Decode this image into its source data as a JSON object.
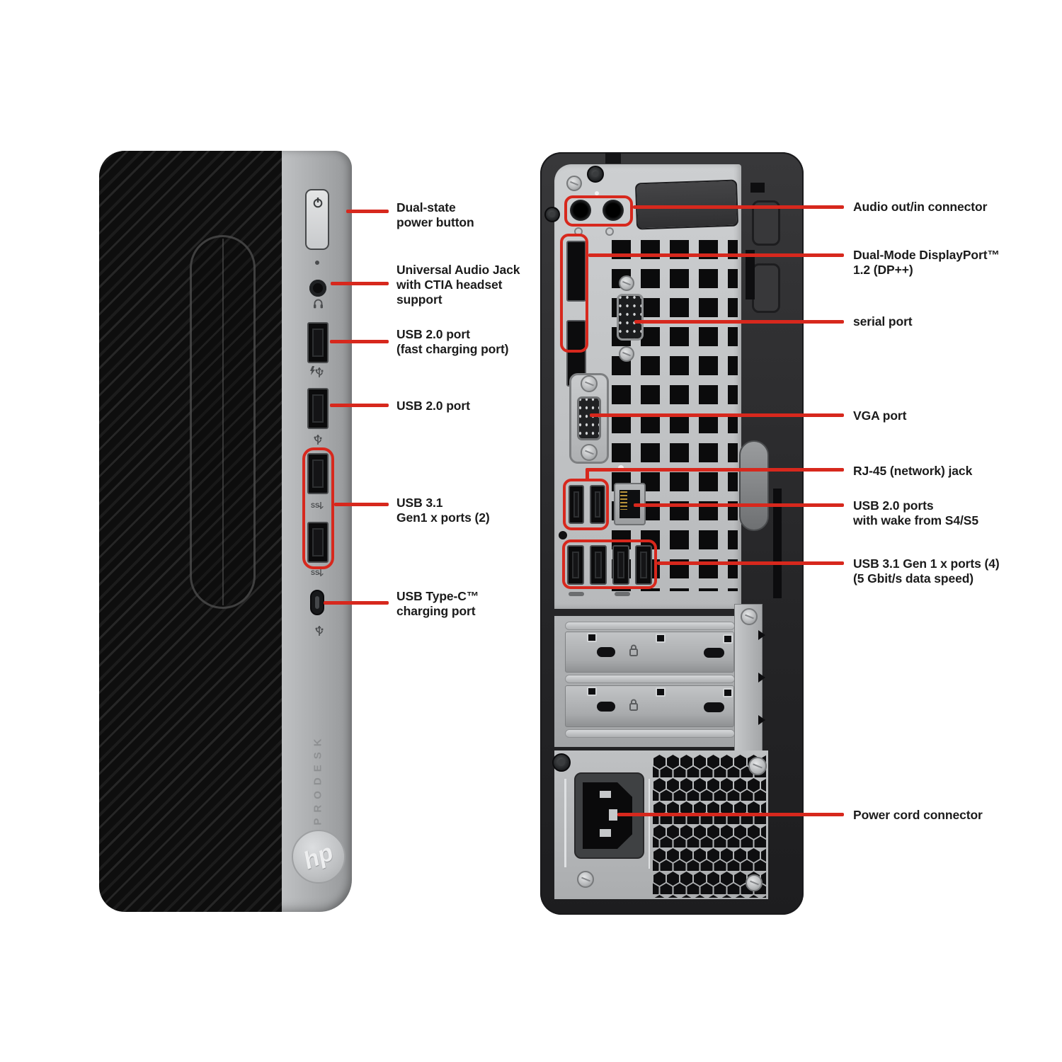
{
  "colors": {
    "callout_red": "#d7281d",
    "label_text": "#1b1b1b",
    "chassis_dark": "#2c2c2e",
    "panel_silver": "#c4c6c8",
    "port_black": "#0c0c0d"
  },
  "front_view": {
    "badge": "PRODESK",
    "logo_text": "hp",
    "labels": [
      {
        "id": "power-button",
        "lines": [
          "Dual-state",
          "power button"
        ]
      },
      {
        "id": "audio-jack",
        "lines": [
          "Universal Audio Jack",
          "with CTIA headset",
          "support"
        ]
      },
      {
        "id": "usb20-fast",
        "lines": [
          "USB 2.0 port",
          "(fast charging port)"
        ]
      },
      {
        "id": "usb20",
        "lines": [
          "USB 2.0 port"
        ]
      },
      {
        "id": "usb31",
        "lines": [
          "USB 3.1",
          "Gen1 x ports (2)"
        ]
      },
      {
        "id": "usb-type-c",
        "lines": [
          "USB Type-C™",
          "charging port"
        ]
      }
    ]
  },
  "rear_view": {
    "labels": [
      {
        "id": "audio-out-in",
        "lines": [
          "Audio out/in connector"
        ]
      },
      {
        "id": "displayport",
        "lines": [
          "Dual-Mode DisplayPort™",
          "1.2 (DP++)"
        ]
      },
      {
        "id": "serial-port",
        "lines": [
          "serial port"
        ]
      },
      {
        "id": "vga-port",
        "lines": [
          "VGA port"
        ]
      },
      {
        "id": "rj45",
        "lines": [
          "RJ-45 (network) jack"
        ]
      },
      {
        "id": "usb20-wake",
        "lines": [
          "USB 2.0 ports",
          "with wake from S4/S5"
        ]
      },
      {
        "id": "usb31-rear",
        "lines": [
          "USB 3.1 Gen 1 x ports (4)",
          "(5 Gbit/s data speed)"
        ]
      },
      {
        "id": "power-cord",
        "lines": [
          "Power cord connector"
        ]
      }
    ]
  },
  "icons": {
    "power": "power-symbol",
    "headset": "headphone-glyph",
    "usb": "usb-trident",
    "usb_fast": "usb-trident-lightning",
    "usb3": "ss-usb-trident",
    "padlock": "padlock-glyph"
  }
}
